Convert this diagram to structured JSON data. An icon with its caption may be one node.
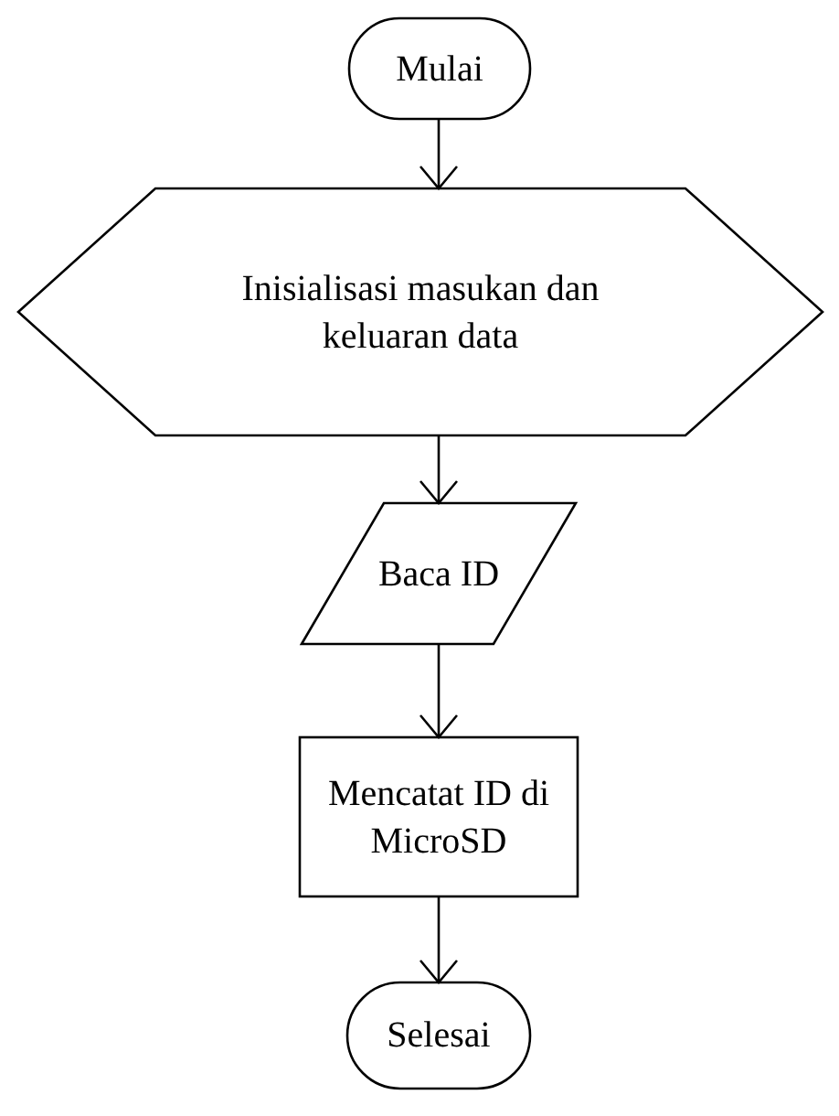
{
  "diagram": {
    "nodes": [
      {
        "text": [
          "Mulai"
        ]
      },
      {
        "text": [
          "Inisialisasi masukan dan keluaran data"
        ]
      },
      {
        "text": [
          "Baca ID"
        ]
      },
      {
        "text": [
          "Mencatat ID di MicroSD"
        ]
      },
      {
        "text": [
          "Selesai"
        ]
      }
    ],
    "edges": [
      {
        "from": 0,
        "to": 1,
        "arrow": "to"
      },
      {
        "from": 1,
        "to": 2,
        "arrow": "to"
      },
      {
        "from": 2,
        "to": 3,
        "arrow": "to"
      },
      {
        "from": 3,
        "to": 4,
        "arrow": "to"
      }
    ]
  }
}
